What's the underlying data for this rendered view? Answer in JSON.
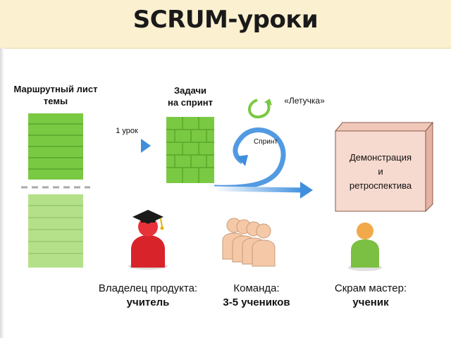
{
  "header": {
    "title": "SCRUM-уроки"
  },
  "route_sheet": {
    "label_line1": "Маршрутный лист",
    "label_line2": "темы"
  },
  "tasks": {
    "label_line1": "Задачи",
    "label_line2": "на спринт"
  },
  "arrow_label": "1 урок",
  "standup_label": "«Летучка»",
  "sprint_label": "Спринт",
  "review_box": {
    "line1": "Демонстрация",
    "line2": "и",
    "line3": "ретроспектива"
  },
  "roles": [
    {
      "role": "Владелец продукта:",
      "who": "учитель"
    },
    {
      "role": "Команда:",
      "who": "3-5 учеников"
    },
    {
      "role": "Скрам мастер:",
      "who": "ученик"
    }
  ],
  "colors": {
    "header_bg": "#fbf0cf",
    "green_dark": "#7ac943",
    "green_light": "#b5e08a",
    "arrow_blue": "#3f8fde",
    "box_fill": "#f6d9cf",
    "owner_red": "#d8232a",
    "master_green": "#7bc043",
    "team_skin": "#f5c9a8"
  }
}
